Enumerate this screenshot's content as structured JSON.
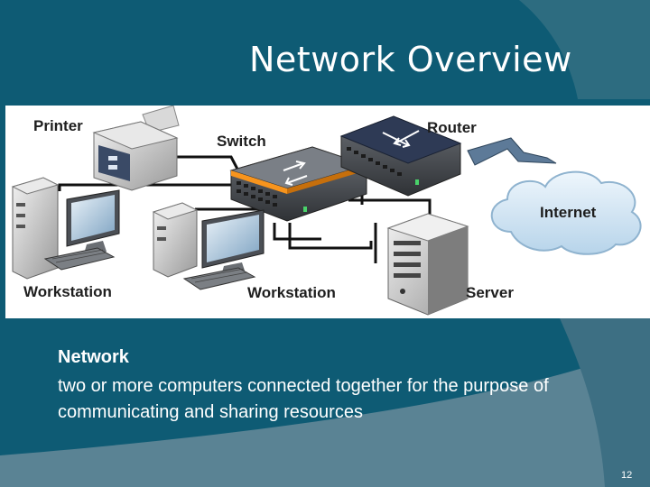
{
  "slide": {
    "title": "Network Overview",
    "page_number": "12"
  },
  "diagram": {
    "labels": {
      "printer": "Printer",
      "switch": "Switch",
      "router": "Router",
      "internet": "Internet",
      "workstation_left": "Workstation",
      "workstation_right": "Workstation",
      "server": "Server"
    }
  },
  "definition": {
    "term": "Network",
    "text": "two or more computers connected together for the purpose of communicating and sharing resources"
  },
  "colors": {
    "background": "#0e5b74",
    "background_light": "#5a8394",
    "switch_accent": "#f7941d",
    "router_top": "#2e3a55",
    "internet_cloud": "#cfe3f2",
    "text": "#ffffff"
  }
}
